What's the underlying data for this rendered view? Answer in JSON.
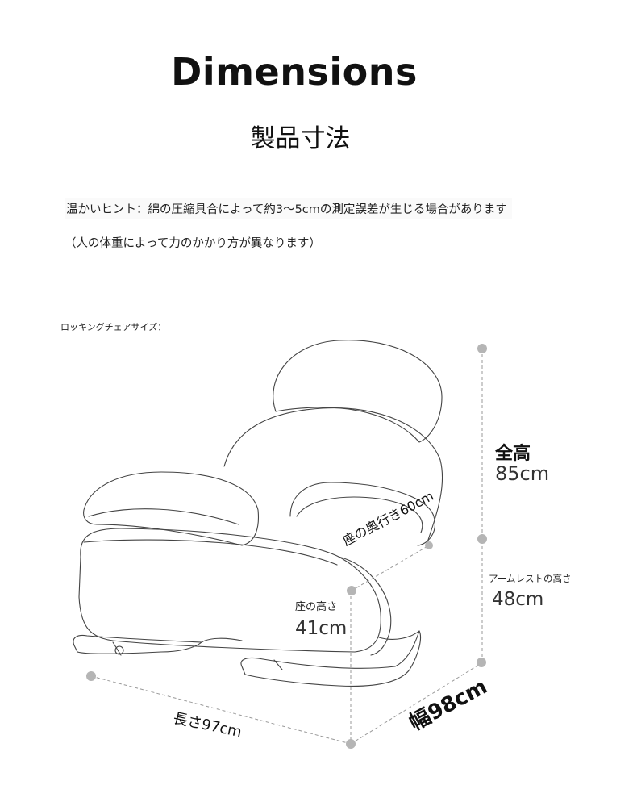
{
  "title": "Dimensions",
  "subtitle": "製品寸法",
  "notes": [
    "温かいヒント：綿の圧縮具合によって約3〜5cmの測定誤差が生じる場合があります",
    "（人の体重によって力のかかり方が異なります）"
  ],
  "caption": "ロッキングチェアサイズ：",
  "dimensions": {
    "total_height": {
      "label": "全高",
      "value": "85cm"
    },
    "armrest_height": {
      "label": "アームレストの高さ",
      "value": "48cm"
    },
    "seat_height": {
      "label": "座の高さ",
      "value": "41cm"
    },
    "seat_depth": {
      "label": "座の奥行き60cm"
    },
    "length": {
      "label": "長さ97cm"
    },
    "width": {
      "label": "幅98cm"
    }
  },
  "colors": {
    "line": "#444444",
    "marker": "#b5b5b5",
    "dash": "#9a9a9a"
  }
}
